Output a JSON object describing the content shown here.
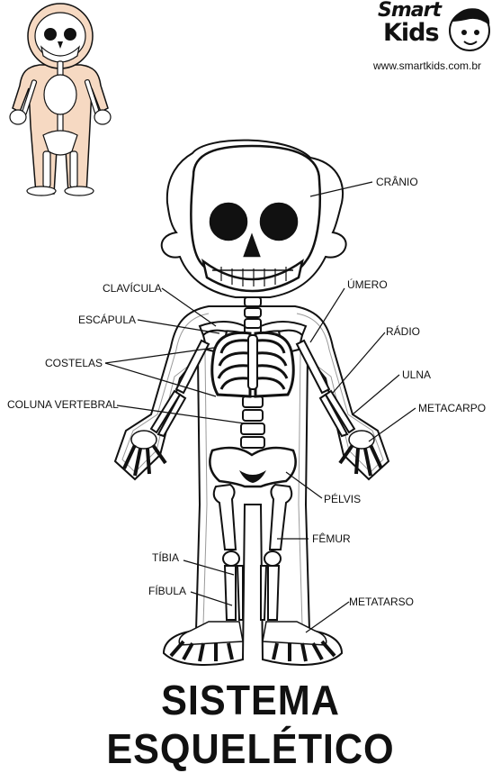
{
  "brand": {
    "line1": "Smart",
    "line2": "Kids"
  },
  "website": "www.smartkids.com.br",
  "title": "SISTEMA ESQUELÉTICO",
  "labels": {
    "cranio": "CRÂNIO",
    "clavicula": "CLAVÍCULA",
    "umero": "ÚMERO",
    "escapula": "ESCÁPULA",
    "radio": "RÁDIO",
    "costelas": "COSTELAS",
    "ulna": "ULNA",
    "coluna": "COLUNA VERTEBRAL",
    "metacarpo": "METACARPO",
    "pelvis": "PÉLVIS",
    "femur": "FÊMUR",
    "tibia": "TÍBIA",
    "fibula": "FÍBULA",
    "metatarso": "METATARSO"
  },
  "colors": {
    "skin": "#f6d9c2",
    "ink": "#111111",
    "outline": "#9a9a9a"
  }
}
